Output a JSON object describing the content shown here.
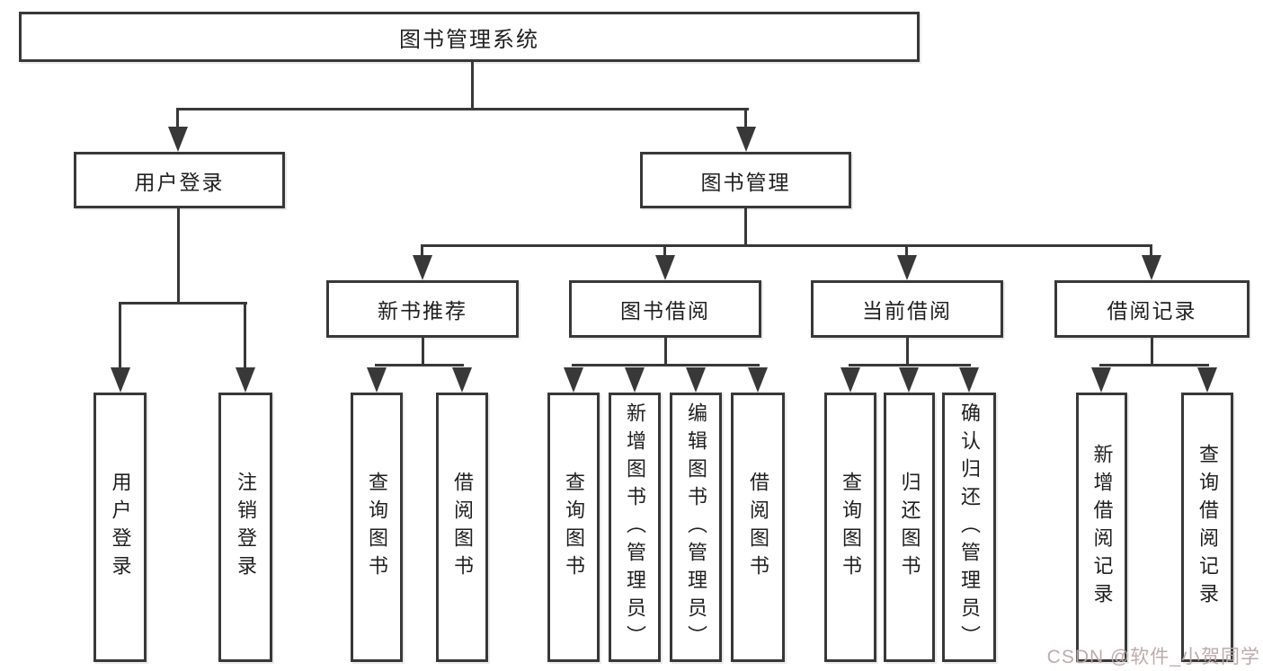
{
  "nodes": {
    "root": "图书管理系统",
    "user_login": "用户登录",
    "book_management": "图书管理",
    "new_book_recommend": "新书推荐",
    "book_borrowing": "图书借阅",
    "current_borrowing": "当前借阅",
    "borrowing_records": "借阅记录"
  },
  "leaves": {
    "g1": [
      "用户登录",
      "注销登录"
    ],
    "g2": [
      "查询图书",
      "借阅图书"
    ],
    "g3": [
      "查询图书",
      "新增图书（管理员）",
      "编辑图书（管理员）",
      "借阅图书"
    ],
    "g4": [
      "查询图书",
      "归还图书",
      "确认归还（管理员）"
    ],
    "g5": [
      "新增借阅记录",
      "查询借阅记录"
    ]
  },
  "watermark": "CSDN @软件_小贺同学",
  "colors": {
    "line": "#383838",
    "text": "#1f1f1f",
    "background": "#ffffff",
    "watermark": "#b9a6a6"
  }
}
